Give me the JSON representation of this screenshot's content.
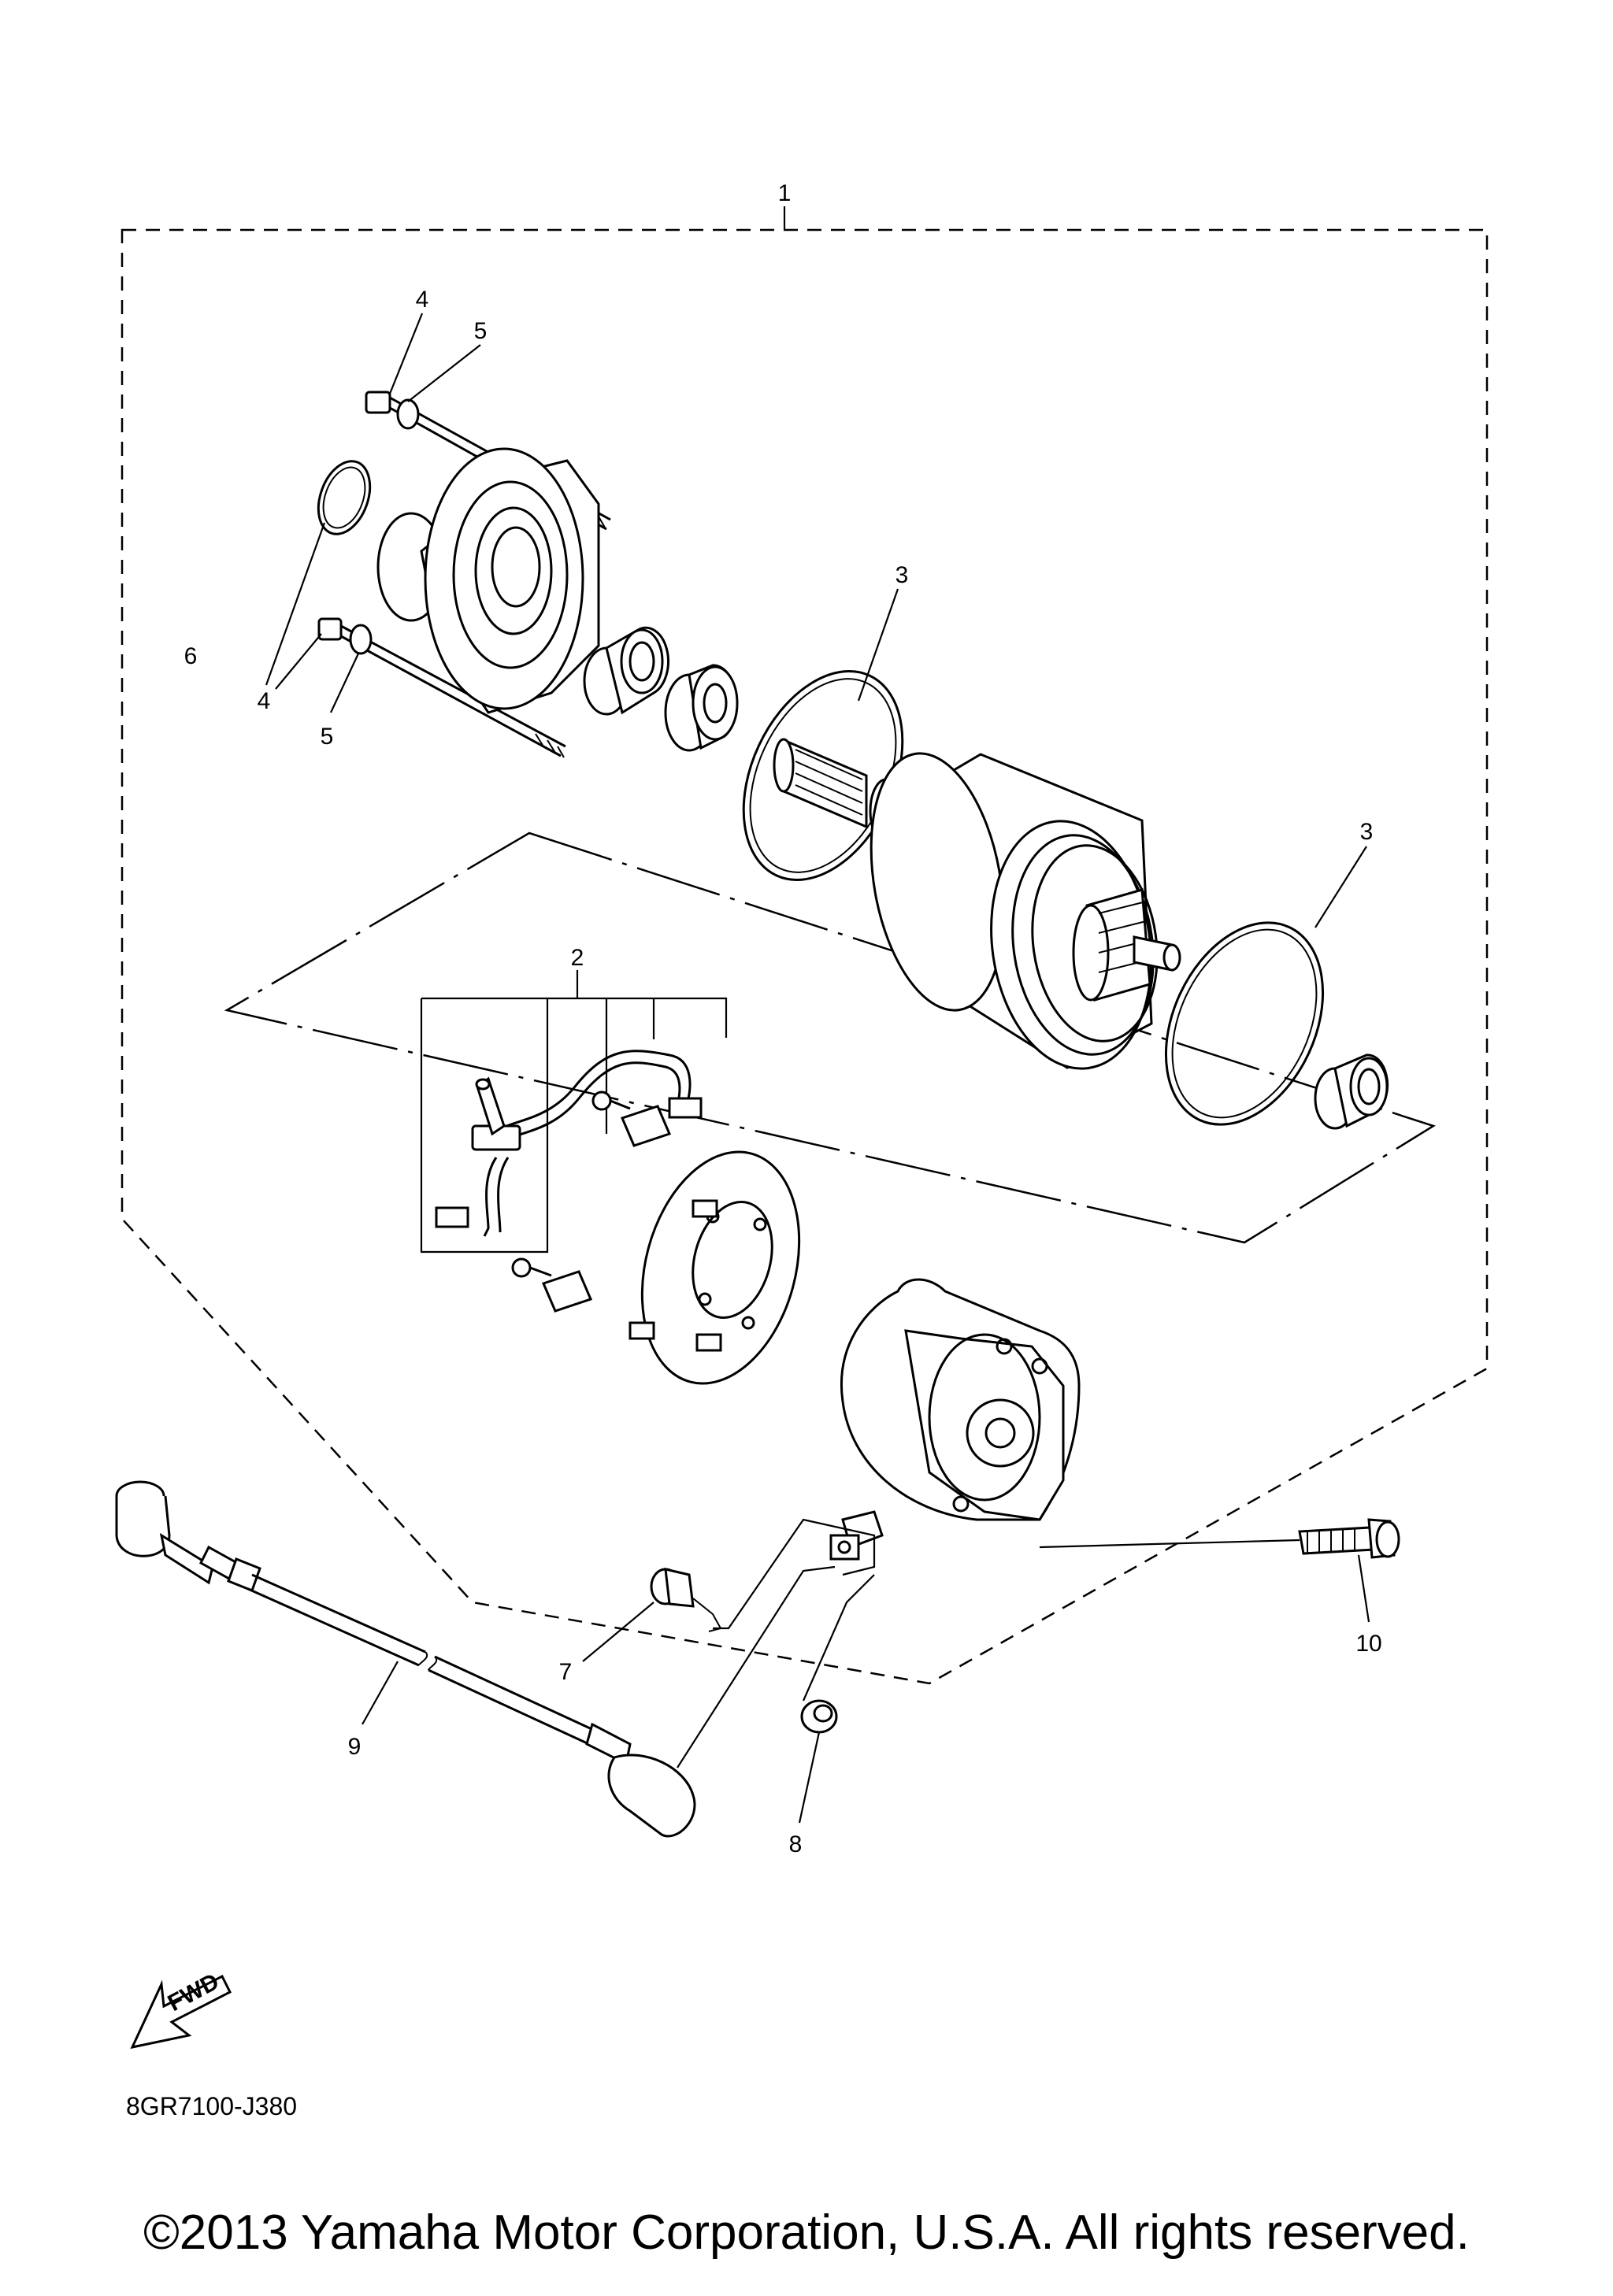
{
  "diagram": {
    "callouts": {
      "c1": "1",
      "c2": "2",
      "c3a": "3",
      "c3b": "3",
      "c4a": "4",
      "c4b": "4",
      "c5a": "5",
      "c5b": "5",
      "c6": "6",
      "c7": "7",
      "c8": "8",
      "c9": "9",
      "c10": "10"
    },
    "fwd_label": "FWD",
    "drawing_code": "8GR7100-J380"
  },
  "footer": {
    "copyright": "©2013 Yamaha Motor Corporation, U.S.A. All rights reserved."
  }
}
